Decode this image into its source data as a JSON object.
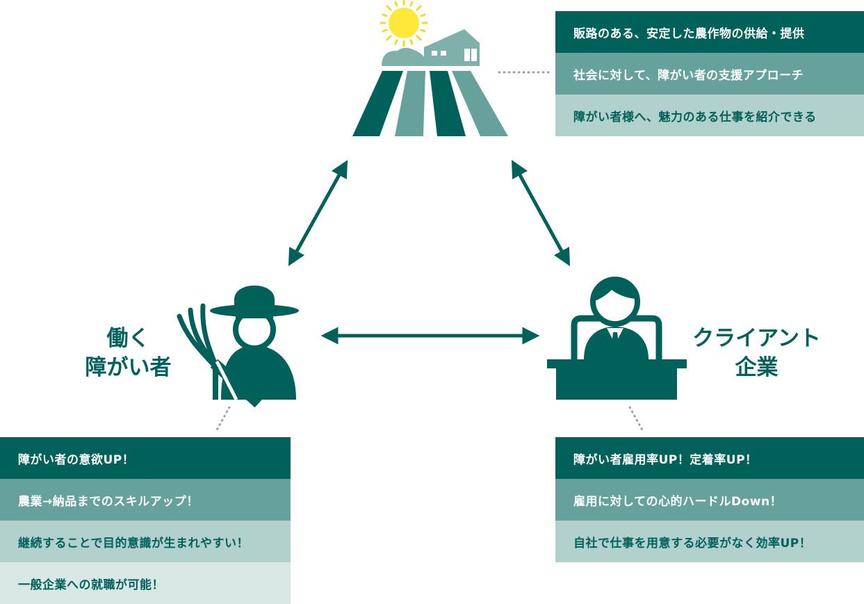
{
  "colors": {
    "dark": "#00605a",
    "mid": "#66a29b",
    "light": "#b2d0cc",
    "pale": "#d9e7e5",
    "sun": "#ffe83a",
    "sun_ray": "#f5d92a",
    "dot": "#a0a0a0"
  },
  "icons": {
    "farm": "farm-field-icon",
    "sun": "sun-icon",
    "worker": "farmer-with-pitchfork-icon",
    "client": "businessman-at-desk-icon",
    "arrow": "double-headed-arrow"
  },
  "farm_box": {
    "items": [
      "販路のある、安定した農作物の供給・提供",
      "社会に対して、障がい者の支援アプローチ",
      "障がい者様へ、魅力のある仕事を紹介できる"
    ]
  },
  "worker": {
    "label_line1": "働く",
    "label_line2": "障がい者",
    "items": [
      "障がい者の意欲UP！",
      "農業→納品までのスキルアップ！",
      "継続することで目的意識が生まれやすい！",
      "一般企業への就職が可能！"
    ]
  },
  "client": {
    "label_line1": "クライアント",
    "label_line2": "企業",
    "items": [
      "障がい者雇用率UP！定着率UP！",
      "雇用に対しての心的ハードルDown！",
      "自社で仕事を用意する必要がなく効率UP！"
    ]
  }
}
